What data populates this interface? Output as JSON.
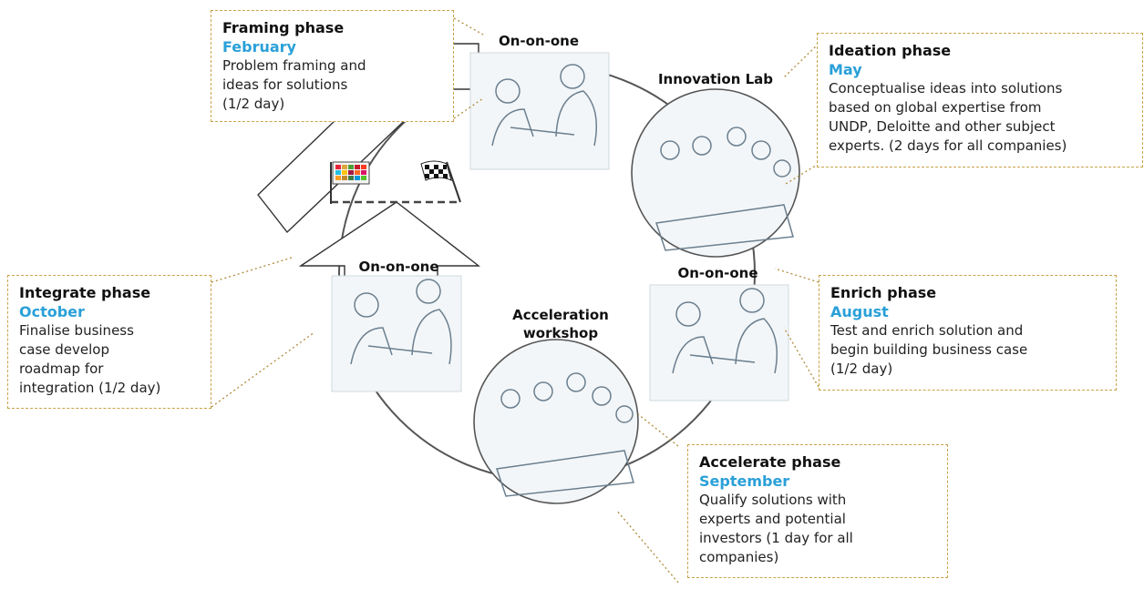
{
  "colors": {
    "accent_month": "#2aa0d8",
    "box_border": "#c9a24a",
    "circle": "#555555",
    "sketch": "#6b7f8f"
  },
  "scenes": {
    "framing_meeting": "On-on-one",
    "innovation_lab": "Innovation Lab",
    "enrich_meeting": "On-on-one",
    "acceleration_workshop_line1": "Acceleration",
    "acceleration_workshop_line2": "workshop",
    "integrate_meeting": "On-on-one"
  },
  "phases": {
    "framing": {
      "title": "Framing phase",
      "month": "February",
      "desc": [
        "Problem framing and",
        "ideas for solutions",
        "(1/2 day)"
      ]
    },
    "ideation": {
      "title": "Ideation phase",
      "month": "May",
      "desc": [
        "Conceptualise ideas into solutions",
        "based on global expertise from",
        "UNDP, Deloitte  and other subject",
        "experts. (2 days for all companies)"
      ]
    },
    "enrich": {
      "title": "Enrich phase",
      "month": "August",
      "desc": [
        "Test and enrich solution and",
        "begin building business case",
        "(1/2 day)"
      ]
    },
    "accelerate": {
      "title": "Accelerate phase",
      "month": "September",
      "desc": [
        "Qualify solutions with",
        "experts and potential",
        "investors (1 day for all",
        "companies)"
      ]
    },
    "integrate": {
      "title": "Integrate phase",
      "month": "October",
      "desc": [
        "Finalise business",
        "case develop",
        "roadmap for",
        "integration (1/2 day)"
      ]
    }
  },
  "icons": {
    "goals_flag": "sdg-flag-icon",
    "finish_flag": "checkered-flag-icon"
  }
}
